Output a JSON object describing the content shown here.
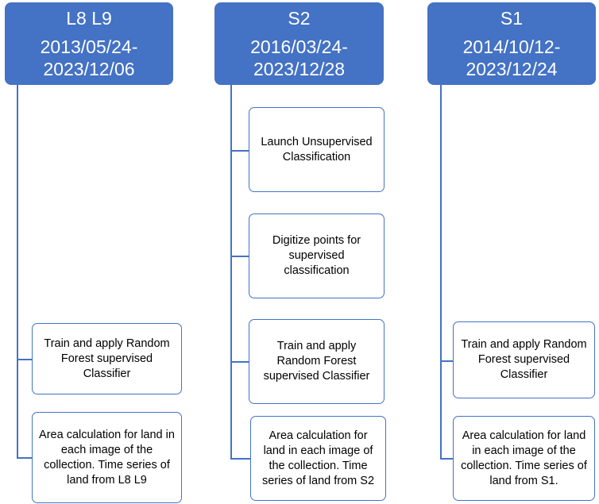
{
  "colors": {
    "header_fill": "#4472c4",
    "connector": "#4472c4",
    "box_border": "#4472c4"
  },
  "columns": [
    {
      "name": "L8 L9",
      "dates": "2013/05/24-\n2023/12/06",
      "steps": [
        "Train and apply Random Forest supervised Classifier",
        "Area calculation for land in each image of the collection. Time series of land from L8 L9"
      ]
    },
    {
      "name": "S2",
      "dates": "2016/03/24-\n2023/12/28",
      "steps": [
        "Launch Unsupervised Classification",
        "Digitize points for supervised classification",
        "Train and apply Random Forest supervised Classifier",
        "Area calculation for land in each image of the collection. Time series of land from S2"
      ]
    },
    {
      "name": "S1",
      "dates": "2014/10/12-\n2023/12/24",
      "steps": [
        "Train and apply Random Forest supervised Classifier",
        "Area calculation for land in each image of the collection. Time series of land from S1."
      ]
    }
  ]
}
